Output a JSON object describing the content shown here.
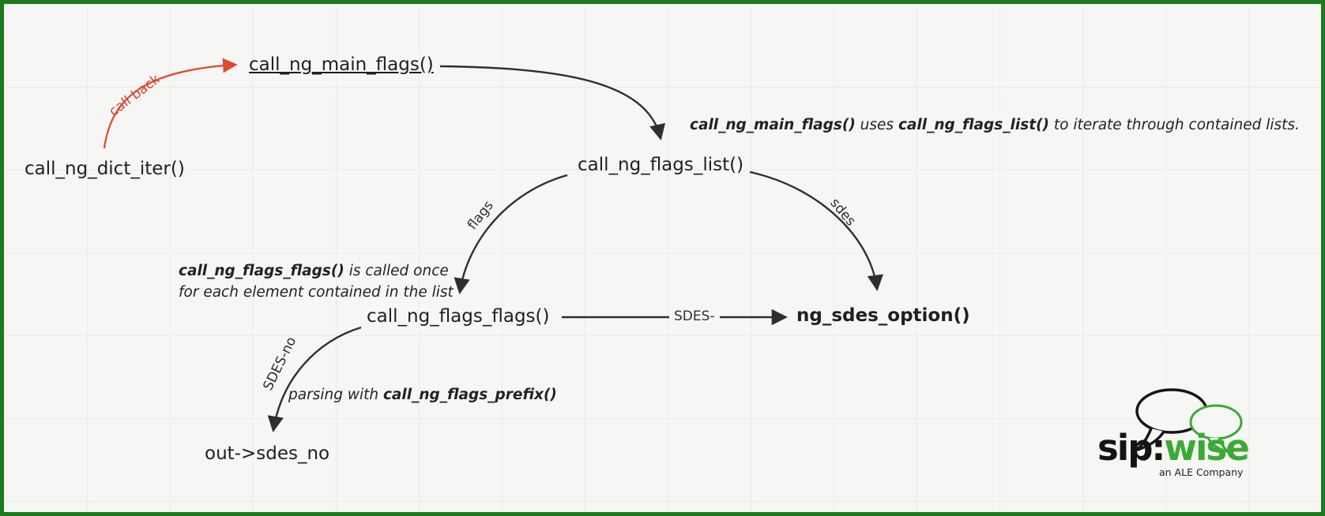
{
  "diagram": {
    "nodes": {
      "dict_iter": {
        "label": "call_ng_dict_iter()"
      },
      "main_flags": {
        "label": "call_ng_main_flags()"
      },
      "flags_list": {
        "label": "call_ng_flags_list()"
      },
      "flags_flags": {
        "label": "call_ng_flags_flags()"
      },
      "sdes_option": {
        "label": "ng_sdes_option()"
      },
      "out_sdes_no": {
        "label": "out->sdes_no"
      }
    },
    "edge_labels": {
      "call_back": "call back",
      "flags": "flags",
      "sdes": "sdes",
      "sdes_dash": "SDES-",
      "sdes_no": "SDES-no"
    },
    "annotations": {
      "main_flags_note": {
        "bold1": "call_ng_main_flags()",
        "mid": " uses ",
        "bold2": "call_ng_flags_list()",
        "tail": " to iterate through contained lists."
      },
      "flags_flags_note": {
        "bold": "call_ng_flags_flags()",
        "line1_rest": " is called once",
        "line2": "for each element contained in the list"
      },
      "prefix_note": {
        "lead": "parsing with ",
        "bold": "call_ng_flags_prefix()"
      }
    },
    "colors": {
      "border_green": "#1e7a1f",
      "arrow_black": "#2e2e2e",
      "arrow_red": "#dd4a2c",
      "logo_green": "#3aaa35"
    }
  },
  "logo": {
    "sip": "sip:",
    "wise": "wise",
    "tagline": "an ALE Company"
  }
}
